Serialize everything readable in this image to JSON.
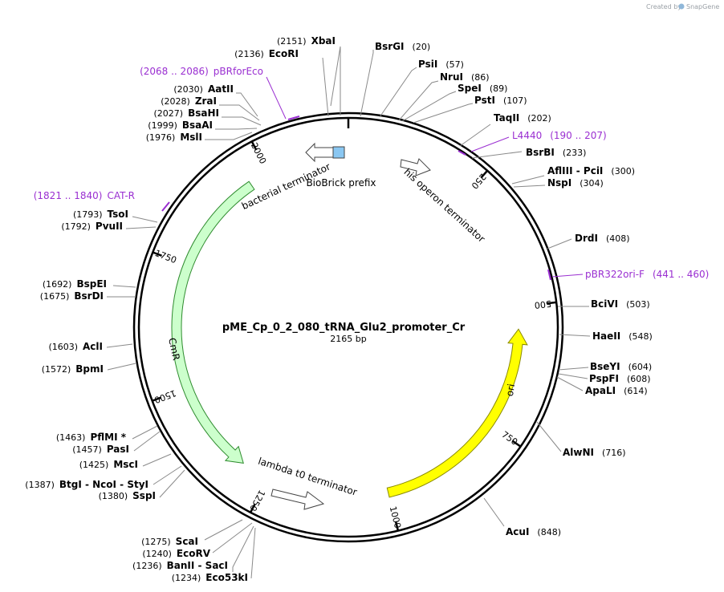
{
  "credit": {
    "prefix": "Created by",
    "brand": "SnapGene"
  },
  "plasmid": {
    "name": "pME_Cp_0_2_080_tRNA_Glu2_promoter_Cr",
    "size_label": "2165 bp",
    "length": 2165
  },
  "ticks": [
    {
      "pos": 250,
      "label": "250"
    },
    {
      "pos": 500,
      "label": "500"
    },
    {
      "pos": 750,
      "label": "750"
    },
    {
      "pos": 1000,
      "label": "1000"
    },
    {
      "pos": 1250,
      "label": "1250"
    },
    {
      "pos": 1500,
      "label": "1500"
    },
    {
      "pos": 1750,
      "label": "1750"
    },
    {
      "pos": 2000,
      "label": "2000"
    }
  ],
  "features": [
    {
      "name": "CmR",
      "start": 1309,
      "end": 1959,
      "direction": "reverse",
      "color": "#ccffcc",
      "stroke": "#2e8b2e"
    },
    {
      "name": "ori",
      "start": 545,
      "end": 1001,
      "direction": "reverse",
      "color": "#ffff00",
      "stroke": "#8a8a00"
    }
  ],
  "terminators": [
    {
      "name": "bacterial terminator",
      "label_pos": 2060
    },
    {
      "name": "his operon terminator",
      "label_pos": 205
    },
    {
      "name": "lambda t0 terminator",
      "label_pos": 1255
    }
  ],
  "misc_feature": {
    "name": "BioBrick prefix"
  },
  "sites": [
    {
      "name": "XbaI",
      "pos": "(2151)",
      "side": "left"
    },
    {
      "name": "EcoRI",
      "pos": "(2136)",
      "side": "left"
    },
    {
      "name": "AatII",
      "pos": "(2030)",
      "side": "left"
    },
    {
      "name": "ZraI",
      "pos": "(2028)",
      "side": "left"
    },
    {
      "name": "BsaHI",
      "pos": "(2027)",
      "side": "left"
    },
    {
      "name": "BsaAI",
      "pos": "(1999)",
      "side": "left"
    },
    {
      "name": "MslI",
      "pos": "(1976)",
      "side": "left"
    },
    {
      "name": "TsoI",
      "pos": "(1793)",
      "side": "left"
    },
    {
      "name": "PvuII",
      "pos": "(1792)",
      "side": "left"
    },
    {
      "name": "BspEI",
      "pos": "(1692)",
      "side": "left"
    },
    {
      "name": "BsrDI",
      "pos": "(1675)",
      "side": "left"
    },
    {
      "name": "AclI",
      "pos": "(1603)",
      "side": "left"
    },
    {
      "name": "BpmI",
      "pos": "(1572)",
      "side": "left"
    },
    {
      "name": "PflMI *",
      "pos": "(1463)",
      "side": "left"
    },
    {
      "name": "PasI",
      "pos": "(1457)",
      "side": "left"
    },
    {
      "name": "MscI",
      "pos": "(1425)",
      "side": "left"
    },
    {
      "name": "BtgI  - NcoI  - StyI",
      "pos": "(1387)",
      "side": "left"
    },
    {
      "name": "SspI",
      "pos": "(1380)",
      "side": "left"
    },
    {
      "name": "ScaI",
      "pos": "(1275)",
      "side": "left"
    },
    {
      "name": "EcoRV",
      "pos": "(1240)",
      "side": "left"
    },
    {
      "name": "BanII  - SacI",
      "pos": "(1236)",
      "side": "left"
    },
    {
      "name": "Eco53kI",
      "pos": "(1234)",
      "side": "left"
    },
    {
      "name": "BsrGI",
      "pos": "(20)",
      "side": "right"
    },
    {
      "name": "PsiI",
      "pos": "(57)",
      "side": "right"
    },
    {
      "name": "NruI",
      "pos": "(86)",
      "side": "right"
    },
    {
      "name": "SpeI",
      "pos": "(89)",
      "side": "right"
    },
    {
      "name": "PstI",
      "pos": "(107)",
      "side": "right"
    },
    {
      "name": "TaqII",
      "pos": "(202)",
      "side": "right"
    },
    {
      "name": "BsrBI",
      "pos": "(233)",
      "side": "right"
    },
    {
      "name": "AflIII  - PciI",
      "pos": "(300)",
      "side": "right"
    },
    {
      "name": "NspI",
      "pos": "(304)",
      "side": "right"
    },
    {
      "name": "DrdI",
      "pos": "(408)",
      "side": "right"
    },
    {
      "name": "BciVI",
      "pos": "(503)",
      "side": "right"
    },
    {
      "name": "HaeII",
      "pos": "(548)",
      "side": "right"
    },
    {
      "name": "BseYI",
      "pos": "(604)",
      "side": "right"
    },
    {
      "name": "PspFI",
      "pos": "(608)",
      "side": "right"
    },
    {
      "name": "ApaLI",
      "pos": "(614)",
      "side": "right"
    },
    {
      "name": "AlwNI",
      "pos": "(716)",
      "side": "right"
    },
    {
      "name": "AcuI",
      "pos": "(848)",
      "side": "right"
    }
  ],
  "primers": [
    {
      "name": "pBRforEco",
      "range": "(2068 .. 2086)",
      "side": "left"
    },
    {
      "name": "CAT-R",
      "range": "(1821 .. 1840)",
      "side": "left"
    },
    {
      "name": "L4440",
      "range": "(190 .. 207)",
      "side": "right"
    },
    {
      "name": "pBR322ori-F",
      "range": "(441 .. 460)",
      "side": "right"
    }
  ]
}
